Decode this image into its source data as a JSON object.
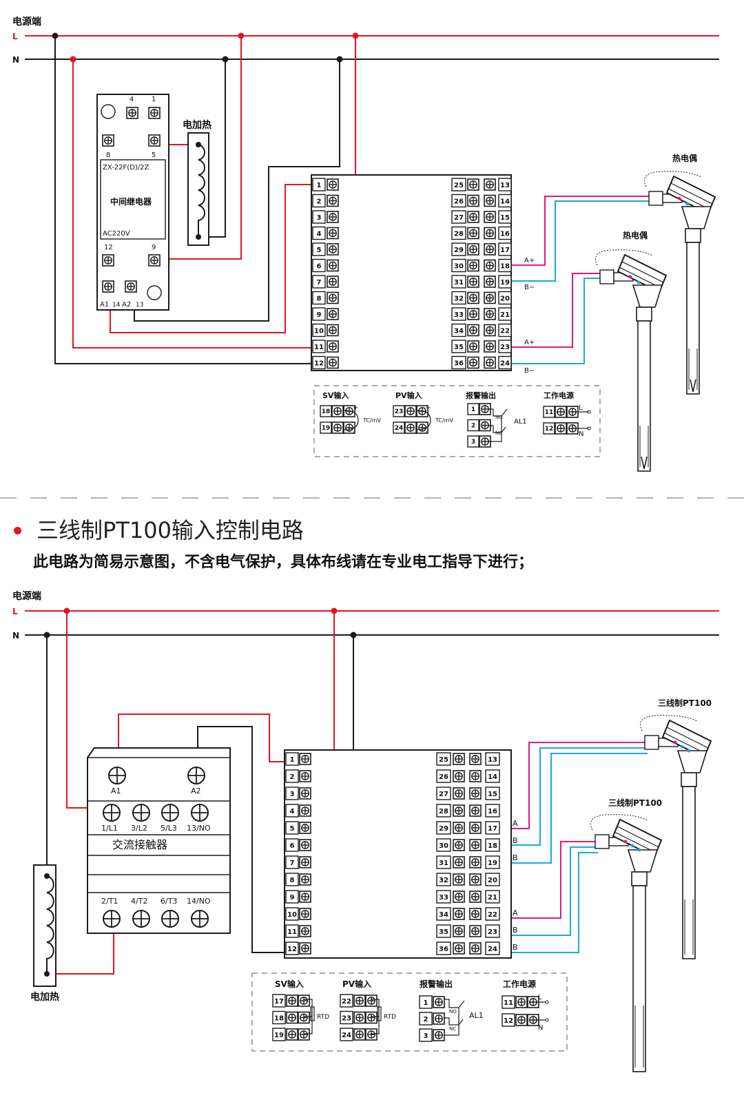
{
  "colors": {
    "live": "#e5131f",
    "neutral": "#1a1a1a",
    "positive_wire": "#e0197d",
    "negative_wire": "#1ba7e0",
    "accent_dot": "#e5131f"
  },
  "diagram1": {
    "power_label": "电源端",
    "line_L": "L",
    "line_N": "N",
    "relay": {
      "model": "ZX-22F(D)/2Z",
      "name": "中间继电器",
      "voltage": "AC220V",
      "top_terminals": [
        "4",
        "1"
      ],
      "mid_terminals": [
        "8",
        "5"
      ],
      "lower_terminals": [
        "12",
        "9"
      ],
      "bottom_terminals": [
        "A1",
        "14",
        "A2",
        "13"
      ]
    },
    "heater_label": "电加热",
    "sensor_label": "热电偶",
    "controller": {
      "left_terminals": [
        "1",
        "2",
        "3",
        "4",
        "5",
        "6",
        "7",
        "8",
        "9",
        "10",
        "11",
        "12"
      ],
      "right_outer": [
        "25",
        "26",
        "27",
        "28",
        "29",
        "30",
        "31",
        "32",
        "33",
        "34",
        "35",
        "36"
      ],
      "right_inner": [
        "13",
        "14",
        "15",
        "16",
        "17",
        "18",
        "19",
        "20",
        "21",
        "22",
        "23",
        "24"
      ]
    },
    "wire_labels": [
      "A+",
      "B−",
      "A+",
      "B−"
    ],
    "legend": {
      "sv_title": "SV输入",
      "sv_terms": [
        "18",
        "19"
      ],
      "sv_signal": "TC/mV",
      "pv_title": "PV输入",
      "pv_terms": [
        "23",
        "24"
      ],
      "pv_signal": "TC/mV",
      "alarm_title": "报警输出",
      "alarm_terms": [
        "1",
        "2",
        "3"
      ],
      "alarm_no": "NO",
      "alarm_nc": "NC",
      "alarm_name": "AL1",
      "power_title": "工作电源",
      "power_terms": [
        "11",
        "12"
      ],
      "power_l": "L",
      "power_n": "N",
      "plus": "+",
      "minus": "-"
    }
  },
  "section": {
    "title": "三线制PT100输入控制电路",
    "note": "此电路为简易示意图，不含电气保护，具体布线请在专业电工指导下进行；"
  },
  "diagram2": {
    "power_label": "电源端",
    "line_L": "L",
    "line_N": "N",
    "contactor": {
      "coil_terminals": [
        "A1",
        "A2"
      ],
      "top_terminals": [
        "1/L1",
        "3/L2",
        "5/L3",
        "13/NO"
      ],
      "name": "交流接触器",
      "bottom_terminals": [
        "2/T1",
        "4/T2",
        "6/T3",
        "14/NO"
      ]
    },
    "heater_label": "电加热",
    "sensor_label": "三线制PT100",
    "controller": {
      "left_terminals": [
        "1",
        "2",
        "3",
        "4",
        "5",
        "6",
        "7",
        "8",
        "9",
        "10",
        "11",
        "12"
      ],
      "right_outer": [
        "25",
        "26",
        "27",
        "28",
        "29",
        "30",
        "31",
        "32",
        "33",
        "34",
        "35",
        "36"
      ],
      "right_inner": [
        "13",
        "14",
        "15",
        "16",
        "17",
        "18",
        "19",
        "20",
        "21",
        "22",
        "23",
        "24"
      ]
    },
    "wire_labels": [
      "A",
      "B",
      "B",
      "A",
      "B",
      "B"
    ],
    "legend": {
      "sv_title": "SV输入",
      "sv_terms": [
        "17",
        "18",
        "19"
      ],
      "sv_signal": "RTD",
      "pv_title": "PV输入",
      "pv_terms": [
        "22",
        "23",
        "24"
      ],
      "pv_signal": "RTD",
      "alarm_title": "报警输出",
      "alarm_terms": [
        "1",
        "2",
        "3"
      ],
      "alarm_no": "NO",
      "alarm_nc": "NC",
      "alarm_name": "AL1",
      "power_title": "工作电源",
      "power_terms": [
        "11",
        "12"
      ],
      "power_l": "L",
      "power_n": "N"
    }
  }
}
